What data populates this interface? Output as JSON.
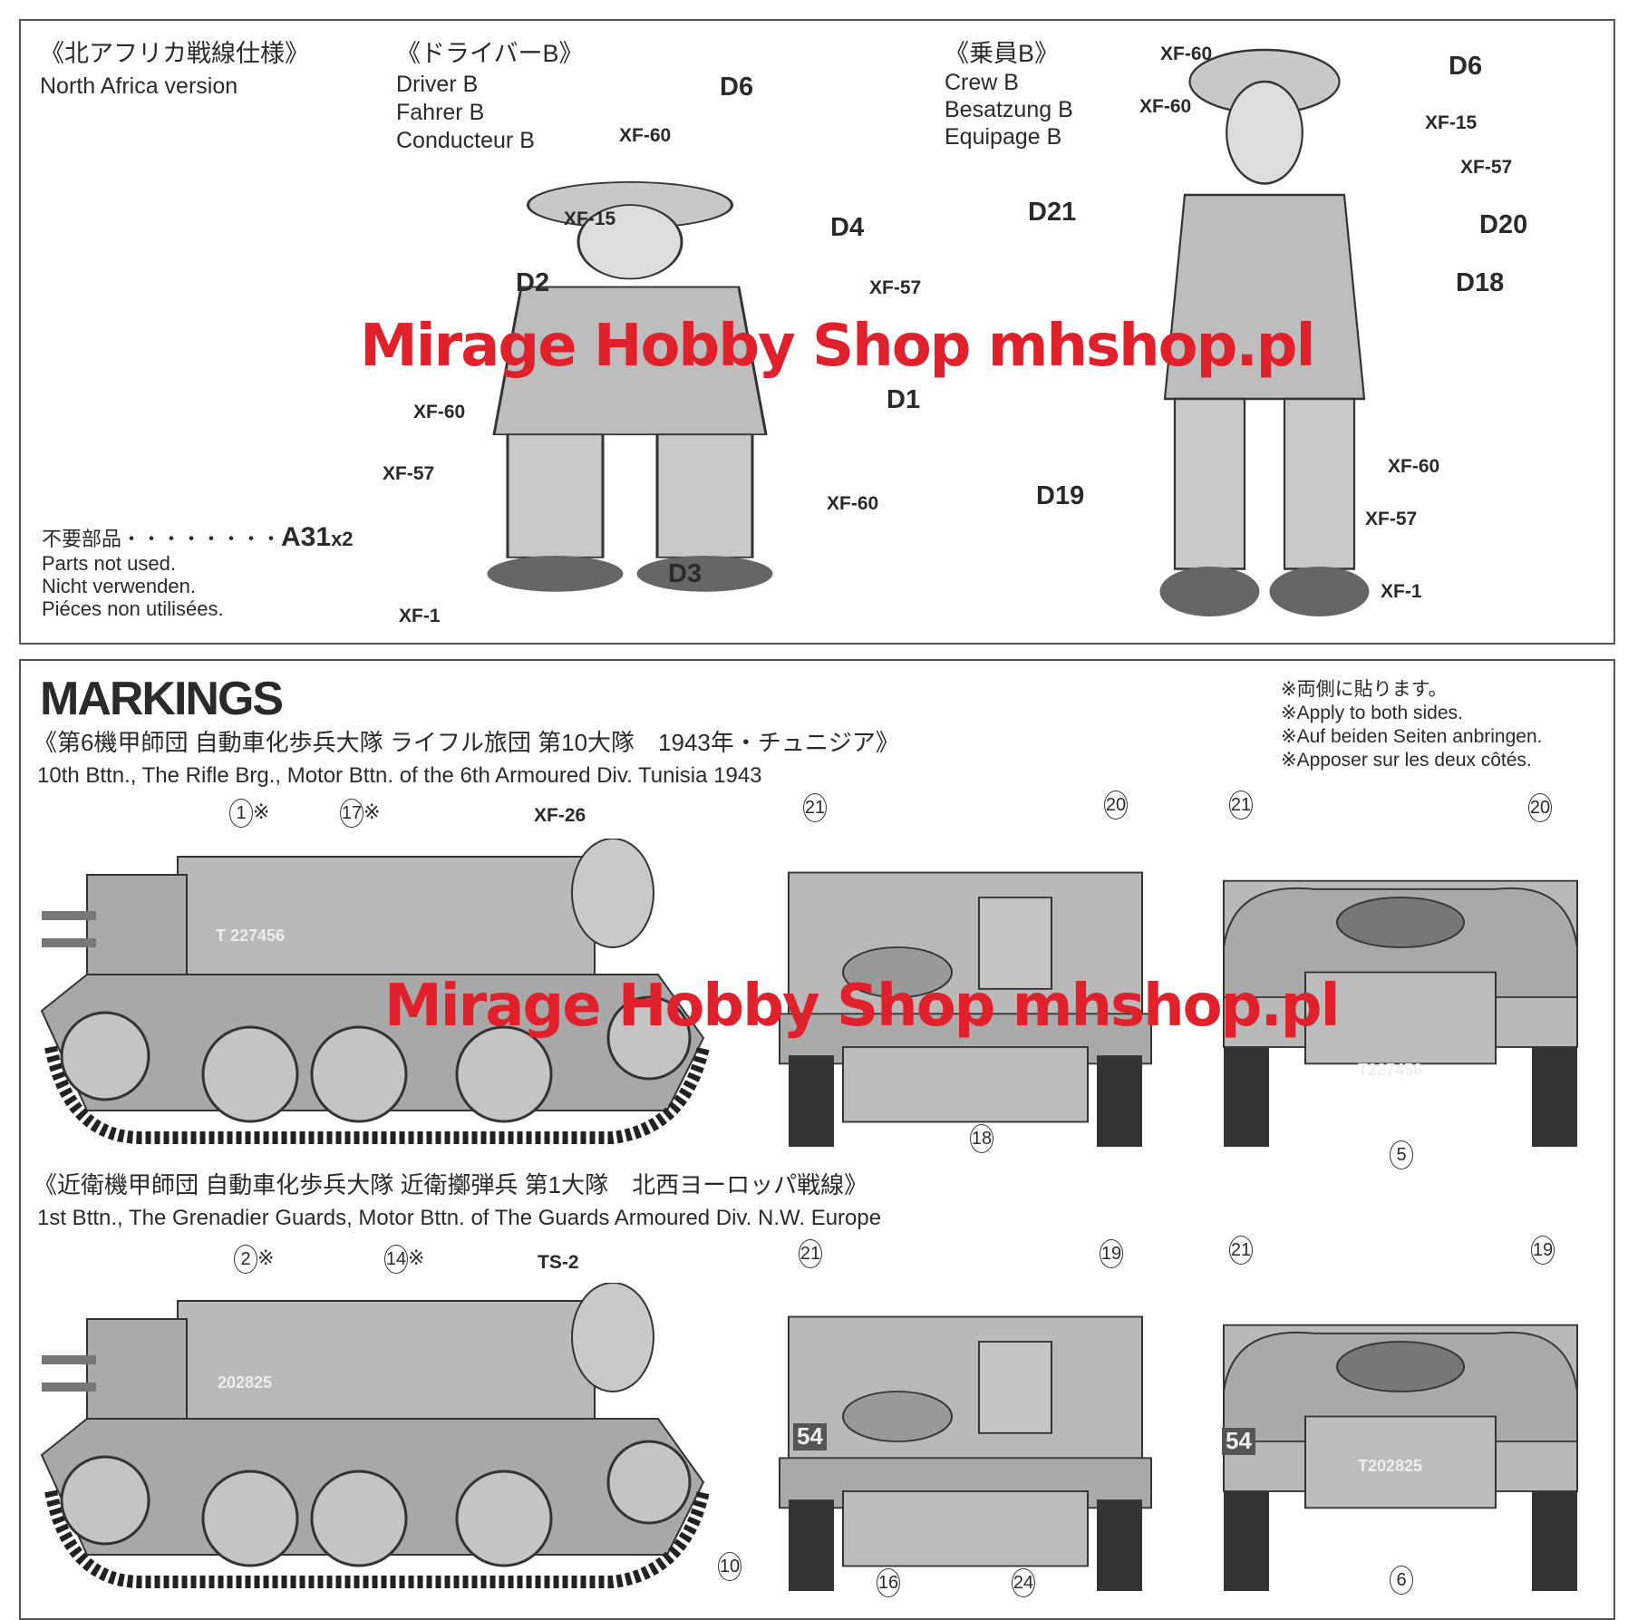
{
  "top": {
    "version_jp": "《北アフリカ戦線仕様》",
    "version_en": "North Africa version",
    "driver": {
      "jp": "《ドライバーB》",
      "en": "Driver B",
      "de": "Fahrer B",
      "fr": "Conducteur B"
    },
    "crew": {
      "jp": "《乗員B》",
      "en": "Crew B",
      "de": "Besatzung B",
      "fr": "Equipage B"
    },
    "unused": {
      "jp": "不要部品・・・・・・・・",
      "part": "A31",
      "qty": "x2",
      "en": "Parts not used.",
      "de": "Nicht verwenden.",
      "fr": "Piéces non utilisées."
    },
    "driver_labels": [
      "D6",
      "XF-60",
      "XF-15",
      "D4",
      "XF-57",
      "D2",
      "D1",
      "XF-60",
      "XF-57",
      "XF-60",
      "D3",
      "XF-1"
    ],
    "crew_labels": [
      "XF-60",
      "D6",
      "XF-60",
      "XF-15",
      "XF-57",
      "D21",
      "D20",
      "D18",
      "XF-60",
      "D19",
      "XF-57",
      "XF-1"
    ]
  },
  "watermark": "Mirage Hobby Shop  mhshop.pl",
  "markings": {
    "title": "MARKINGS",
    "notes": [
      "※両側に貼ります。",
      "※Apply to both sides.",
      "※Auf beiden Seiten anbringen.",
      "※Apposer sur les deux côtés."
    ],
    "scheme1": {
      "jp": "《第6機甲師団 自動車化歩兵大隊 ライフル旅団 第10大隊　1943年・チュニジア》",
      "en": "10th Bttn., The Rifle Brg., Motor Bttn. of the 6th Armoured Div. Tunisia 1943",
      "paint": "XF-26",
      "serial": "T 227456",
      "rear_serial": "T227456",
      "callouts": [
        "1",
        "17",
        "21",
        "20",
        "21",
        "20",
        "18",
        "5"
      ]
    },
    "scheme2": {
      "jp": "《近衛機甲師団 自動車化歩兵大隊 近衛擲弾兵 第1大隊　北西ヨーロッパ戦線》",
      "en": "1st Bttn., The Grenadier Guards, Motor Bttn. of The Guards Armoured Div. N.W. Europe",
      "paint": "TS-2",
      "serial": "202825",
      "rear_serial": "T202825",
      "plate": "54",
      "callouts": [
        "2",
        "14",
        "21",
        "19",
        "21",
        "19",
        "10",
        "16",
        "24",
        "6"
      ]
    },
    "asterisk": "※"
  },
  "colors": {
    "watermark": "#e0212b",
    "line": "#333333",
    "fill": "#b8b8b8"
  }
}
